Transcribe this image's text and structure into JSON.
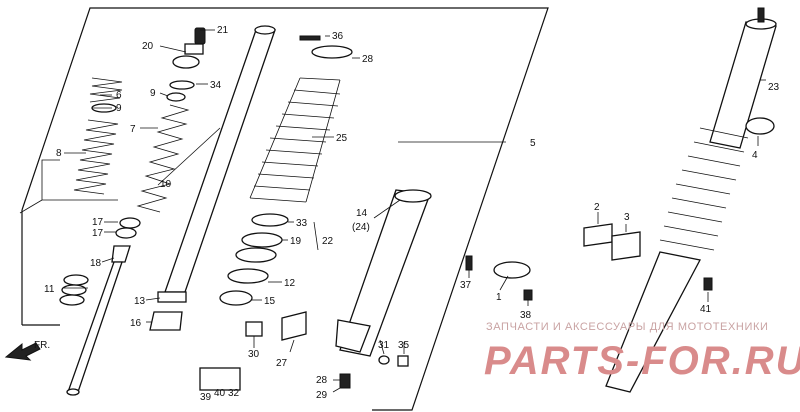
{
  "diagram": {
    "front_label": "FR.",
    "labels": {
      "p1": "1",
      "p2": "2",
      "p3": "3",
      "p4": "4",
      "p5": "5",
      "p6": "6",
      "p7": "7",
      "p8": "8",
      "p9a": "9",
      "p9b": "9",
      "p10": "10",
      "p11": "11",
      "p12": "12",
      "p13": "13",
      "p14": "14",
      "p14b": "(24)",
      "p15": "15",
      "p16": "16",
      "p17a": "17",
      "p17b": "17",
      "p18": "18",
      "p19": "19",
      "p20": "20",
      "p21": "21",
      "p22": "22",
      "p23": "23",
      "p25": "25",
      "p27": "27",
      "p28a": "28",
      "p28b": "28",
      "p29": "29",
      "p30": "30",
      "p31": "31",
      "p32": "32",
      "p33": "33",
      "p34": "34",
      "p35": "35",
      "p36": "36",
      "p37": "37",
      "p38": "38",
      "p39": "39",
      "p40": "40",
      "p41": "41"
    }
  },
  "watermark": {
    "tagline": "ЗАПЧАСТИ И АКСЕССУАРЫ ДЛЯ МОТОТЕХНИКИ",
    "brand": "PARTS-FOR.RU"
  },
  "colors": {
    "watermark": "#d98b8b",
    "ink": "#111111"
  }
}
